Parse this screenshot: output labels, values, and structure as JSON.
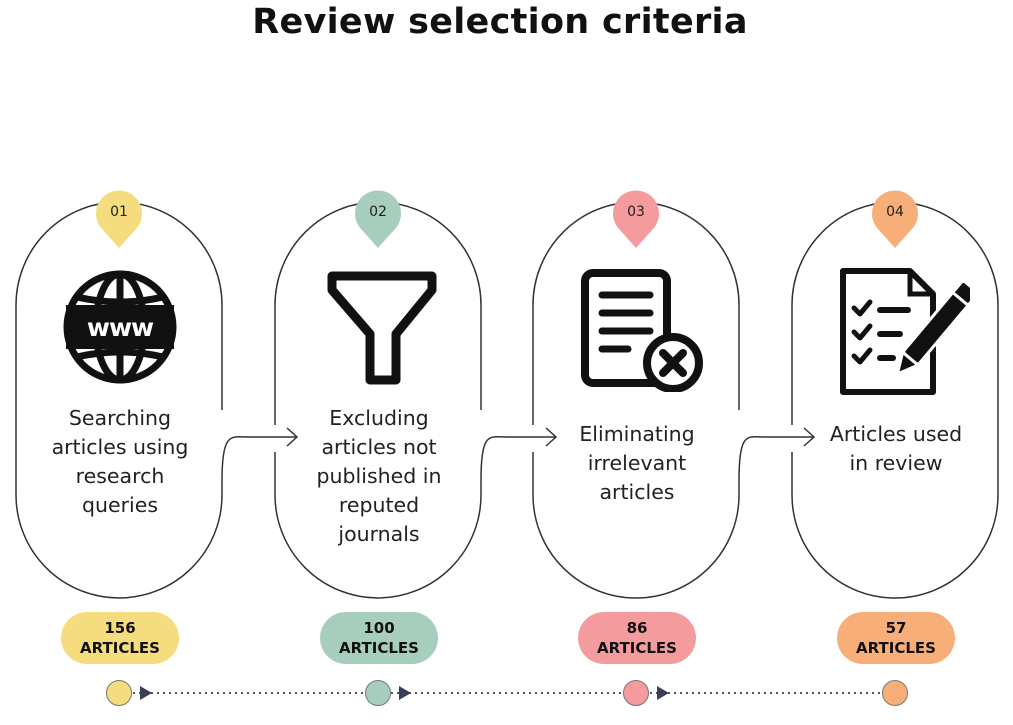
{
  "title": "Review selection criteria",
  "colors": {
    "yellow": "#f5dc7f",
    "green": "#a7cdbd",
    "pink": "#f49b9e",
    "orange": "#f7ae78"
  },
  "steps": [
    {
      "number": "01",
      "lines": [
        "Searching",
        "articles using",
        "research",
        "queries"
      ],
      "count": "156",
      "unit": "ARTICLES",
      "icon": "globe-www-icon"
    },
    {
      "number": "02",
      "lines": [
        "Excluding",
        "articles not",
        "published in",
        "reputed",
        "journals"
      ],
      "count": "100",
      "unit": "ARTICLES",
      "icon": "funnel-icon"
    },
    {
      "number": "03",
      "lines": [
        "Eliminating",
        "irrelevant",
        "articles"
      ],
      "count": "86",
      "unit": "ARTICLES",
      "icon": "document-x-icon"
    },
    {
      "number": "04",
      "lines": [
        "Articles used",
        "in review"
      ],
      "count": "57",
      "unit": "ARTICLES",
      "icon": "checklist-pen-icon"
    }
  ]
}
